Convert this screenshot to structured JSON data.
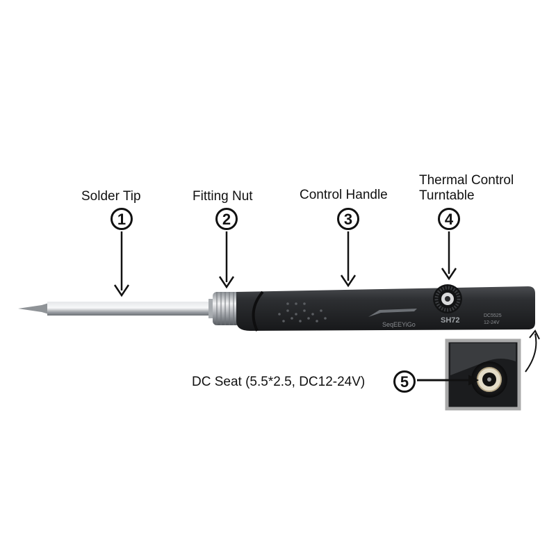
{
  "callouts": [
    {
      "number": "1",
      "label": "Solder Tip"
    },
    {
      "number": "2",
      "label": "Fitting Nut"
    },
    {
      "number": "3",
      "label": "Control Handle"
    },
    {
      "number": "4",
      "label_line1": "Thermal Control",
      "label_line2": "Turntable"
    },
    {
      "number": "5",
      "label": "DC Seat (5.5*2.5, DC12-24V)"
    }
  ],
  "device": {
    "brand": "SeqEEYiGo",
    "model": "SH72",
    "dc_spec": "DC5525",
    "voltage": "12-24V"
  },
  "colors": {
    "handle": "#2a2b2e",
    "tip_metal": "#b9bcc0",
    "inset_frame": "#a9a9a9",
    "arrow": "#111111"
  }
}
